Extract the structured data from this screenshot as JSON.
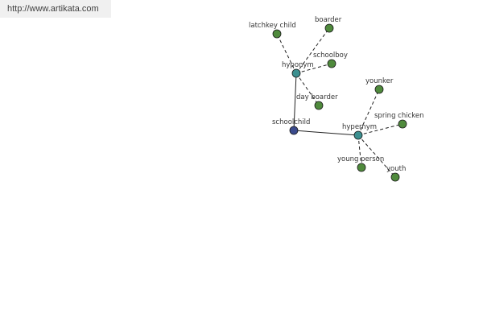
{
  "watermark": {
    "text": "http://www.artikata.com"
  },
  "graph": {
    "colors": {
      "root": "#3a4a8c",
      "relation": "#3c9090",
      "leaf": "#4f8a3c",
      "edge": "#222222"
    },
    "root": {
      "id": "schoolchild",
      "label": "schoolchild"
    },
    "relations": [
      {
        "id": "hyponym",
        "label": "hyponym",
        "terms": [
          "latchkey child",
          "boarder",
          "schoolboy",
          "day boarder"
        ]
      },
      {
        "id": "hypernym",
        "label": "hypernym",
        "terms": [
          "younker",
          "spring chicken",
          "young person",
          "youth"
        ]
      }
    ]
  }
}
